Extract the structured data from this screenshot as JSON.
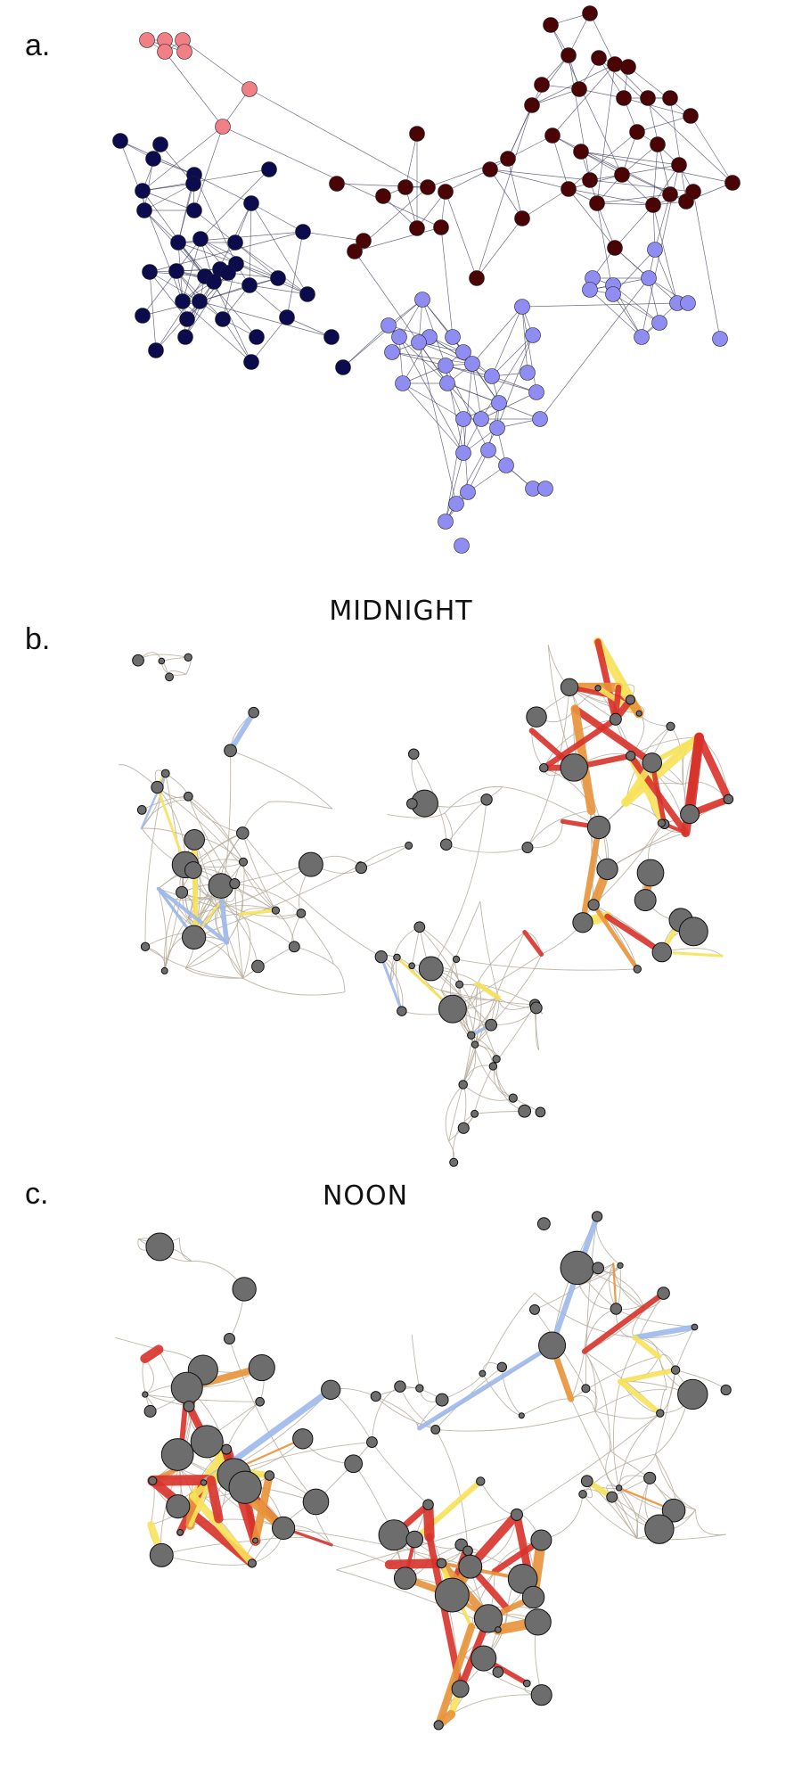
{
  "panels": [
    {
      "letter": "a.",
      "title": ""
    },
    {
      "letter": "b.",
      "title": "MIDNIGHT"
    },
    {
      "letter": "c.",
      "title": "NOON"
    }
  ],
  "colors": {
    "community_pink": "#f07f86",
    "community_navy": "#0b0b4d",
    "community_maroon": "#4a0406",
    "community_lavender": "#8f8cf2",
    "edge_gray": "#b5aa9b",
    "node_gray": "#6d6d6d",
    "heat_red": "#d8322a",
    "heat_orange": "#e8943a",
    "heat_yellow": "#f7e25a",
    "heat_blue": "#9db8ea"
  }
}
